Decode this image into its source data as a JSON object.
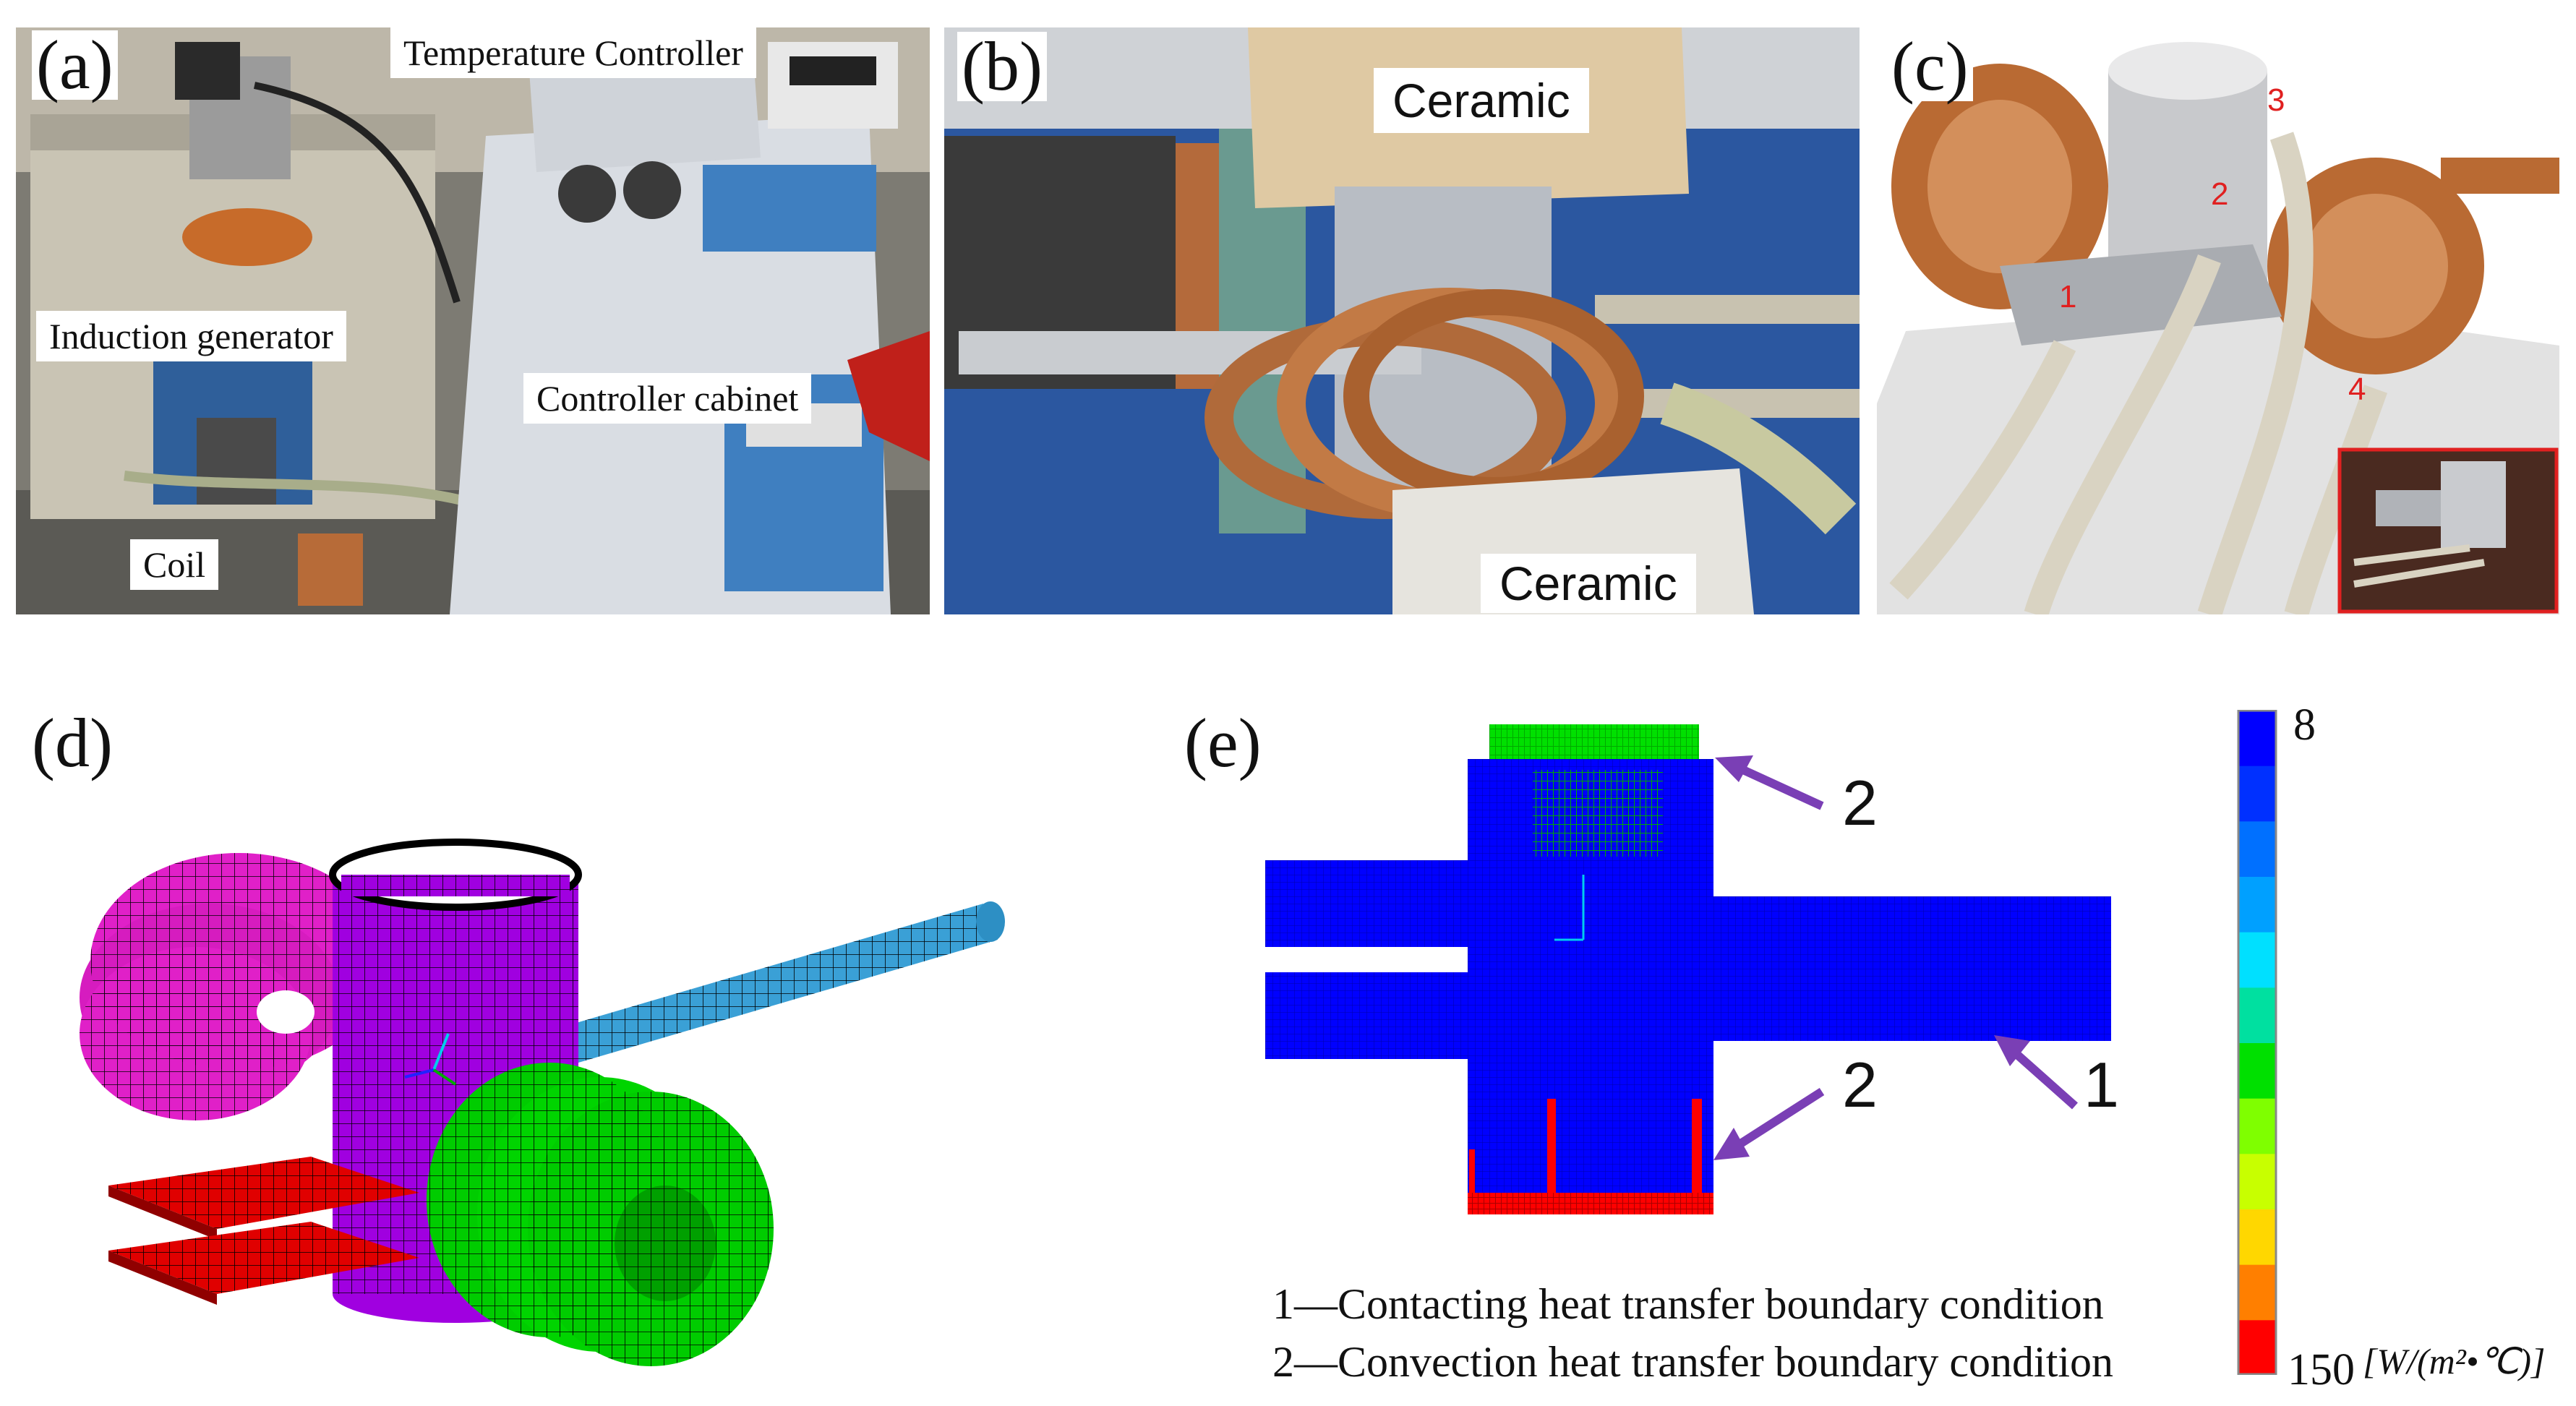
{
  "panels": {
    "a": {
      "letter": "(a)",
      "labels": {
        "temperature_controller": "Temperature Controller",
        "induction_generator": "Induction generator",
        "controller_cabinet": "Controller cabinet",
        "coil": "Coil"
      }
    },
    "b": {
      "letter": "(b)",
      "labels": {
        "ceramic_top": "Ceramic",
        "ceramic_bottom": "Ceramic"
      }
    },
    "c": {
      "letter": "(c)",
      "thermocouple_points": [
        "1",
        "2",
        "3",
        "4"
      ]
    },
    "d": {
      "letter": "(d)"
    },
    "e": {
      "letter": "(e)",
      "arrow_labels": {
        "top": "2",
        "bottom": "2",
        "right": "1"
      },
      "colorbar": {
        "max_label": "8",
        "min_label": "150",
        "unit": "[W/(m²•℃)]",
        "colors": [
          "#ff0000",
          "#ff7f00",
          "#ffd700",
          "#c8ff00",
          "#7fff00",
          "#00e000",
          "#00e0a0",
          "#00e0ff",
          "#00a0ff",
          "#0070ff",
          "#0030ff",
          "#0000ff"
        ]
      },
      "legend": [
        "1—Contacting heat transfer boundary condition",
        "2—Convection heat transfer boundary condition"
      ]
    }
  }
}
